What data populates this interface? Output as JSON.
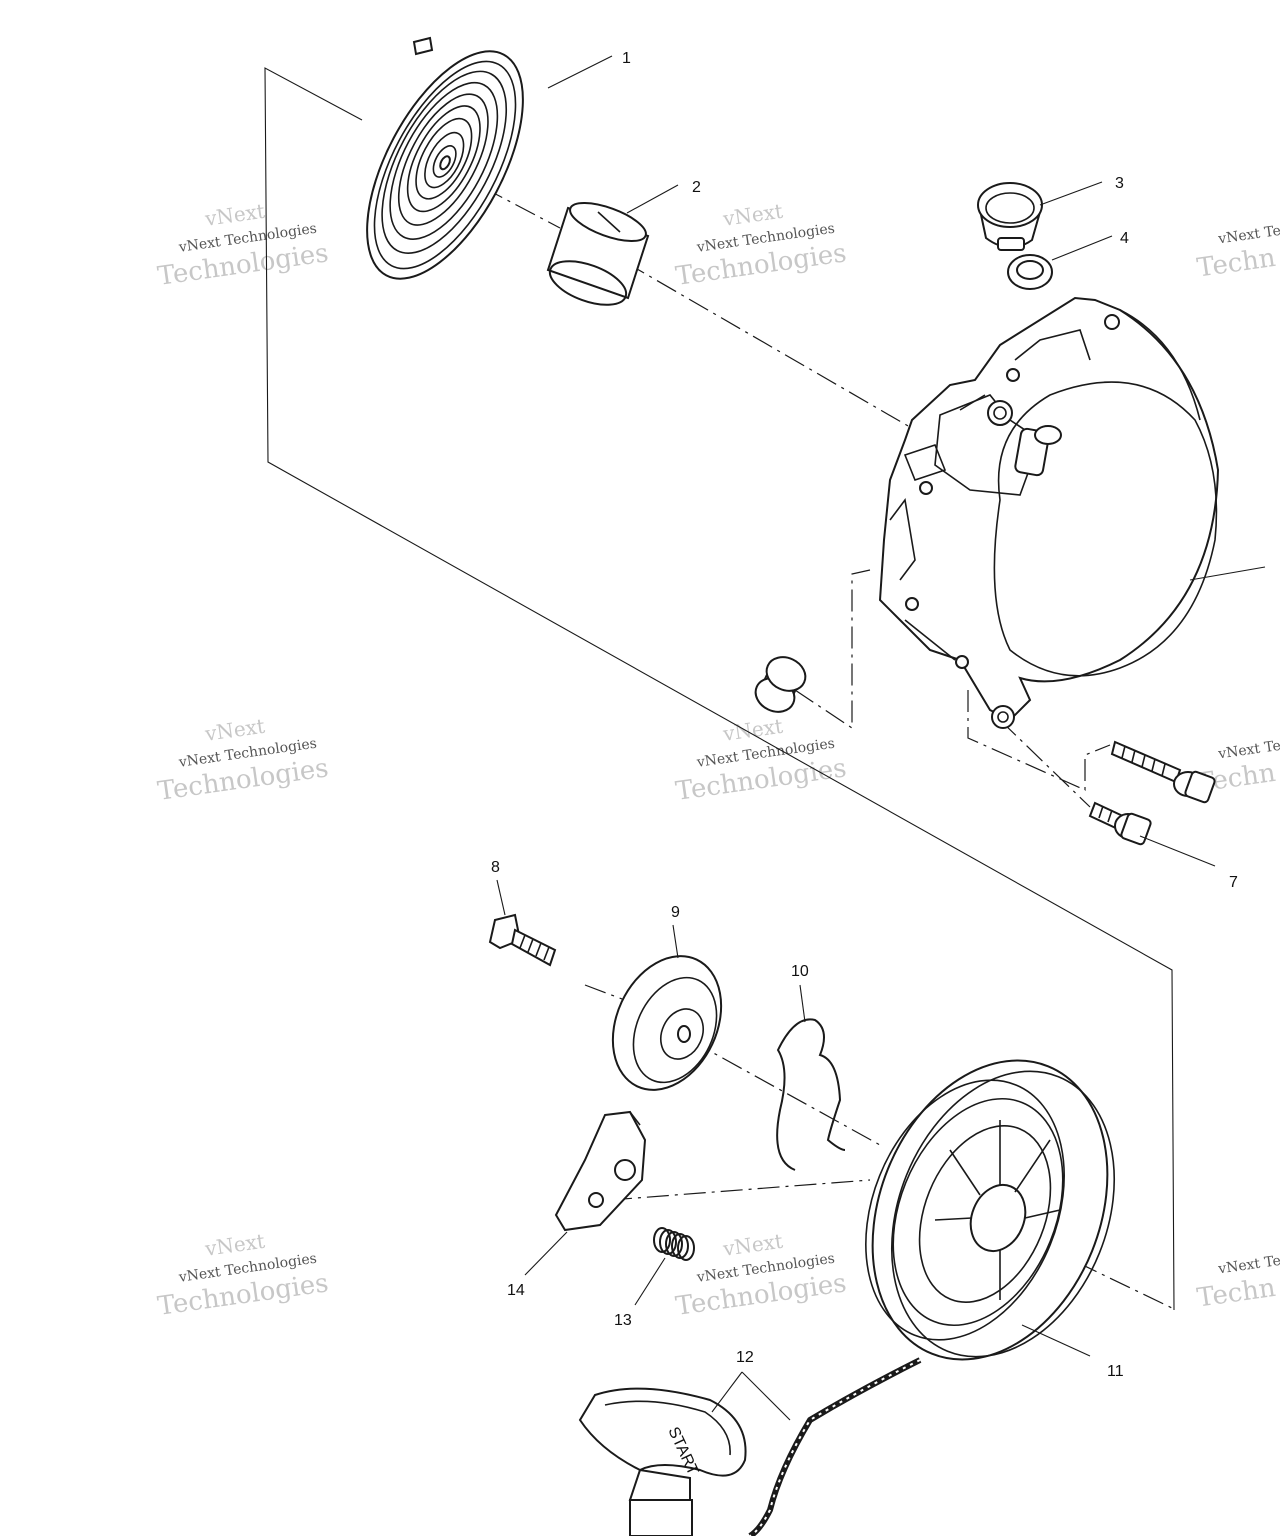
{
  "callouts": {
    "c1": "1",
    "c2": "2",
    "c3": "3",
    "c4": "4",
    "c7": "7",
    "c8": "8",
    "c9": "9",
    "c10": "10",
    "c11": "11",
    "c12": "12",
    "c13": "13",
    "c14": "14"
  },
  "handle_label": "START",
  "watermark": {
    "line1": "vNext Technologies",
    "line2": "vNext",
    "line3": "Technologies",
    "line_partial1": "vNext Te",
    "line_partial2": "Techn"
  }
}
